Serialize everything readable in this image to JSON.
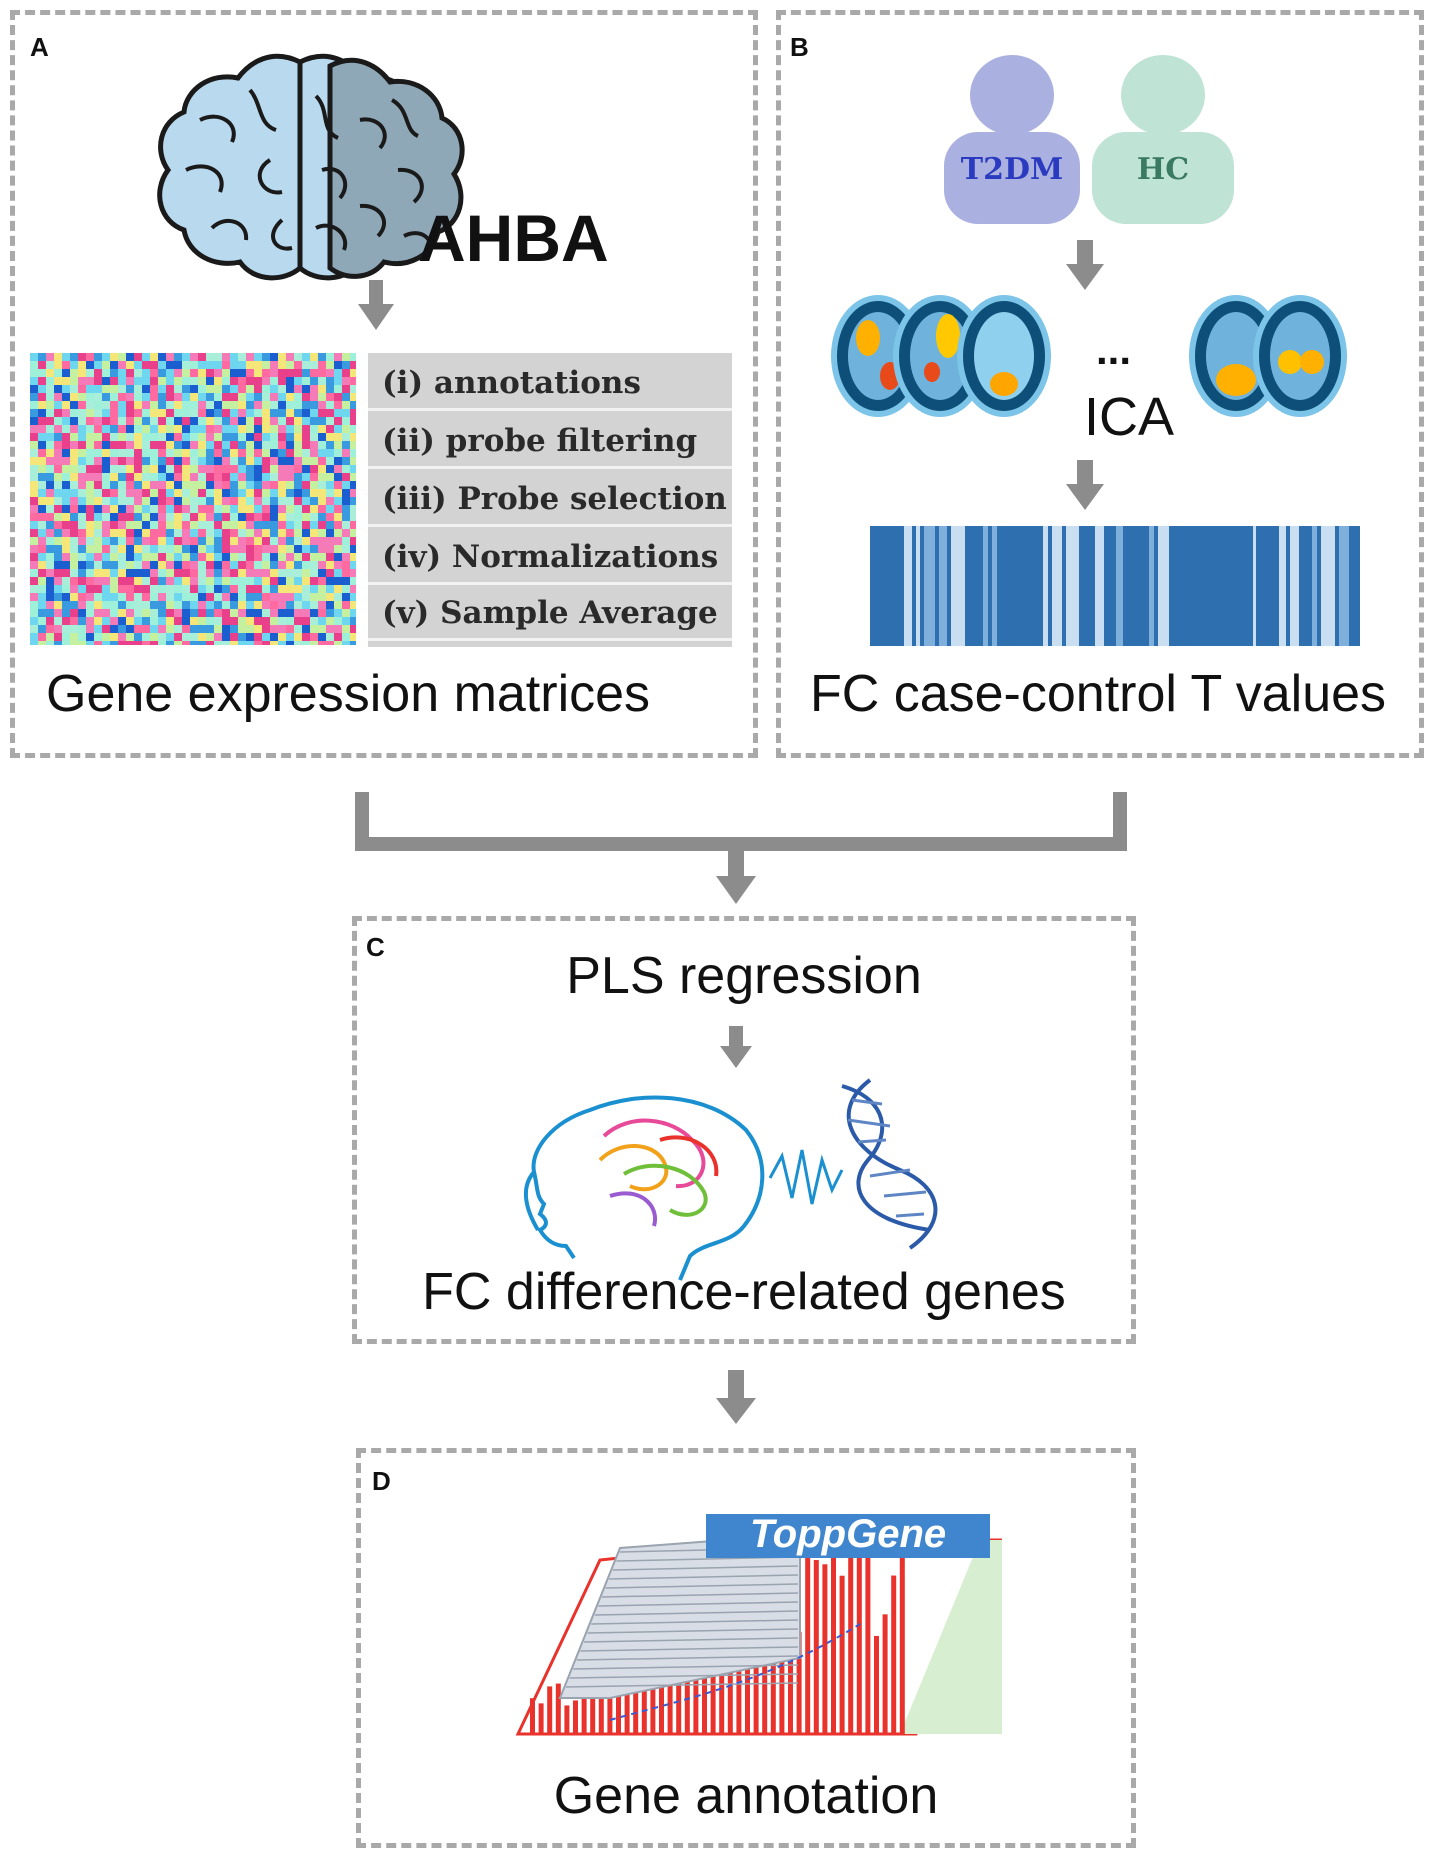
{
  "panels": {
    "A": {
      "letter": "A",
      "ahba_label": "AHBA",
      "steps": [
        "(i)  annotations",
        "(ii)  probe filtering",
        "(iii)  Probe selection",
        "(iv)  Normalizations",
        "(v)  Sample Average"
      ],
      "caption": "Gene expression matrices"
    },
    "B": {
      "letter": "B",
      "group_t2dm": "T2DM",
      "group_hc": "HC",
      "ellipsis": "...",
      "ica_label": "ICA",
      "caption": "FC case-control T values"
    },
    "C": {
      "letter": "C",
      "title": "PLS regression",
      "caption": "FC difference-related genes"
    },
    "D": {
      "letter": "D",
      "logo_text": "ToppGene",
      "caption": "Gene annotation"
    }
  },
  "colors": {
    "border": "#a9a9a9",
    "arrow": "#8c8c8c",
    "t2dm": "#aab0e0",
    "t2dm_text": "#2a3bbf",
    "hc": "#bfe3d5",
    "hc_text": "#3a7a63",
    "brain_light": "#b9d9ee",
    "brain_dark": "#8fa8b8",
    "bar_dark": "#2e6fb0",
    "bar_light": "#c9def0",
    "topp_blue": "#3f86cf",
    "topp_red": "#e8322b"
  }
}
